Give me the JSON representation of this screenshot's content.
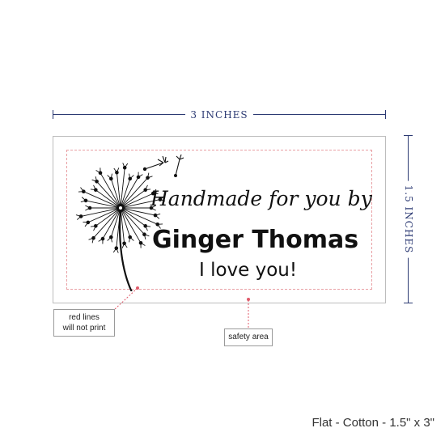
{
  "dimension_width": "3 INCHES",
  "dimension_height": "1.5 INCHES",
  "label": {
    "line1": "Handmade for you by",
    "line2": "Ginger Thomas",
    "line3": "I love you!"
  },
  "callouts": {
    "red_lines_line1": "red lines",
    "red_lines_line2": "will not print",
    "safety_area": "safety area"
  },
  "footer": "Flat - Cotton - 1.5\" x 3\"",
  "colors": {
    "dimension": "#2c3a73",
    "safety_line": "#e9a0a4",
    "callout_marker": "#e05a6a"
  }
}
